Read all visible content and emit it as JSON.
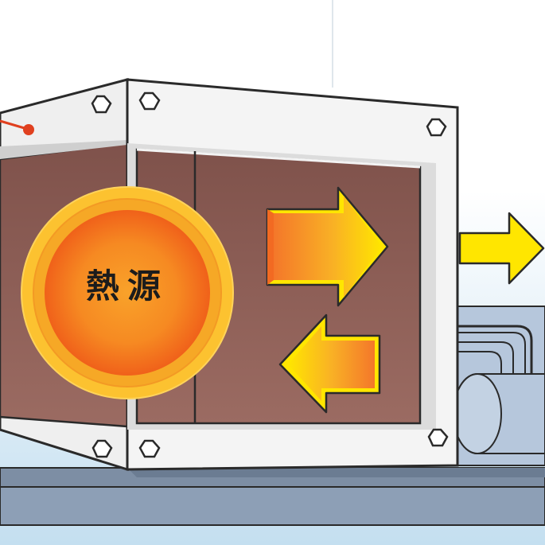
{
  "labels": {
    "heat_source": "熱源"
  },
  "colors": {
    "sky_top": "#ffffff",
    "sky_bottom": "#c4dff0",
    "casing": "#f4f4f4",
    "casing_shade": "#dcdcdc",
    "casing_outline": "#2a2a2a",
    "chamber_wall": "#8d5e56",
    "heat_source_core": "#f5711b",
    "heat_source_ring": "#fcc230",
    "arrow_orange": "#f4772a",
    "arrow_yellow": "#ffe600",
    "base_plate": "#7d8ea4",
    "pipe": "#b6c7dc"
  },
  "elements": {
    "arrows": [
      "heat-flow-out-arrow",
      "heat-flow-in-arrow",
      "exhaust-arrow"
    ]
  }
}
